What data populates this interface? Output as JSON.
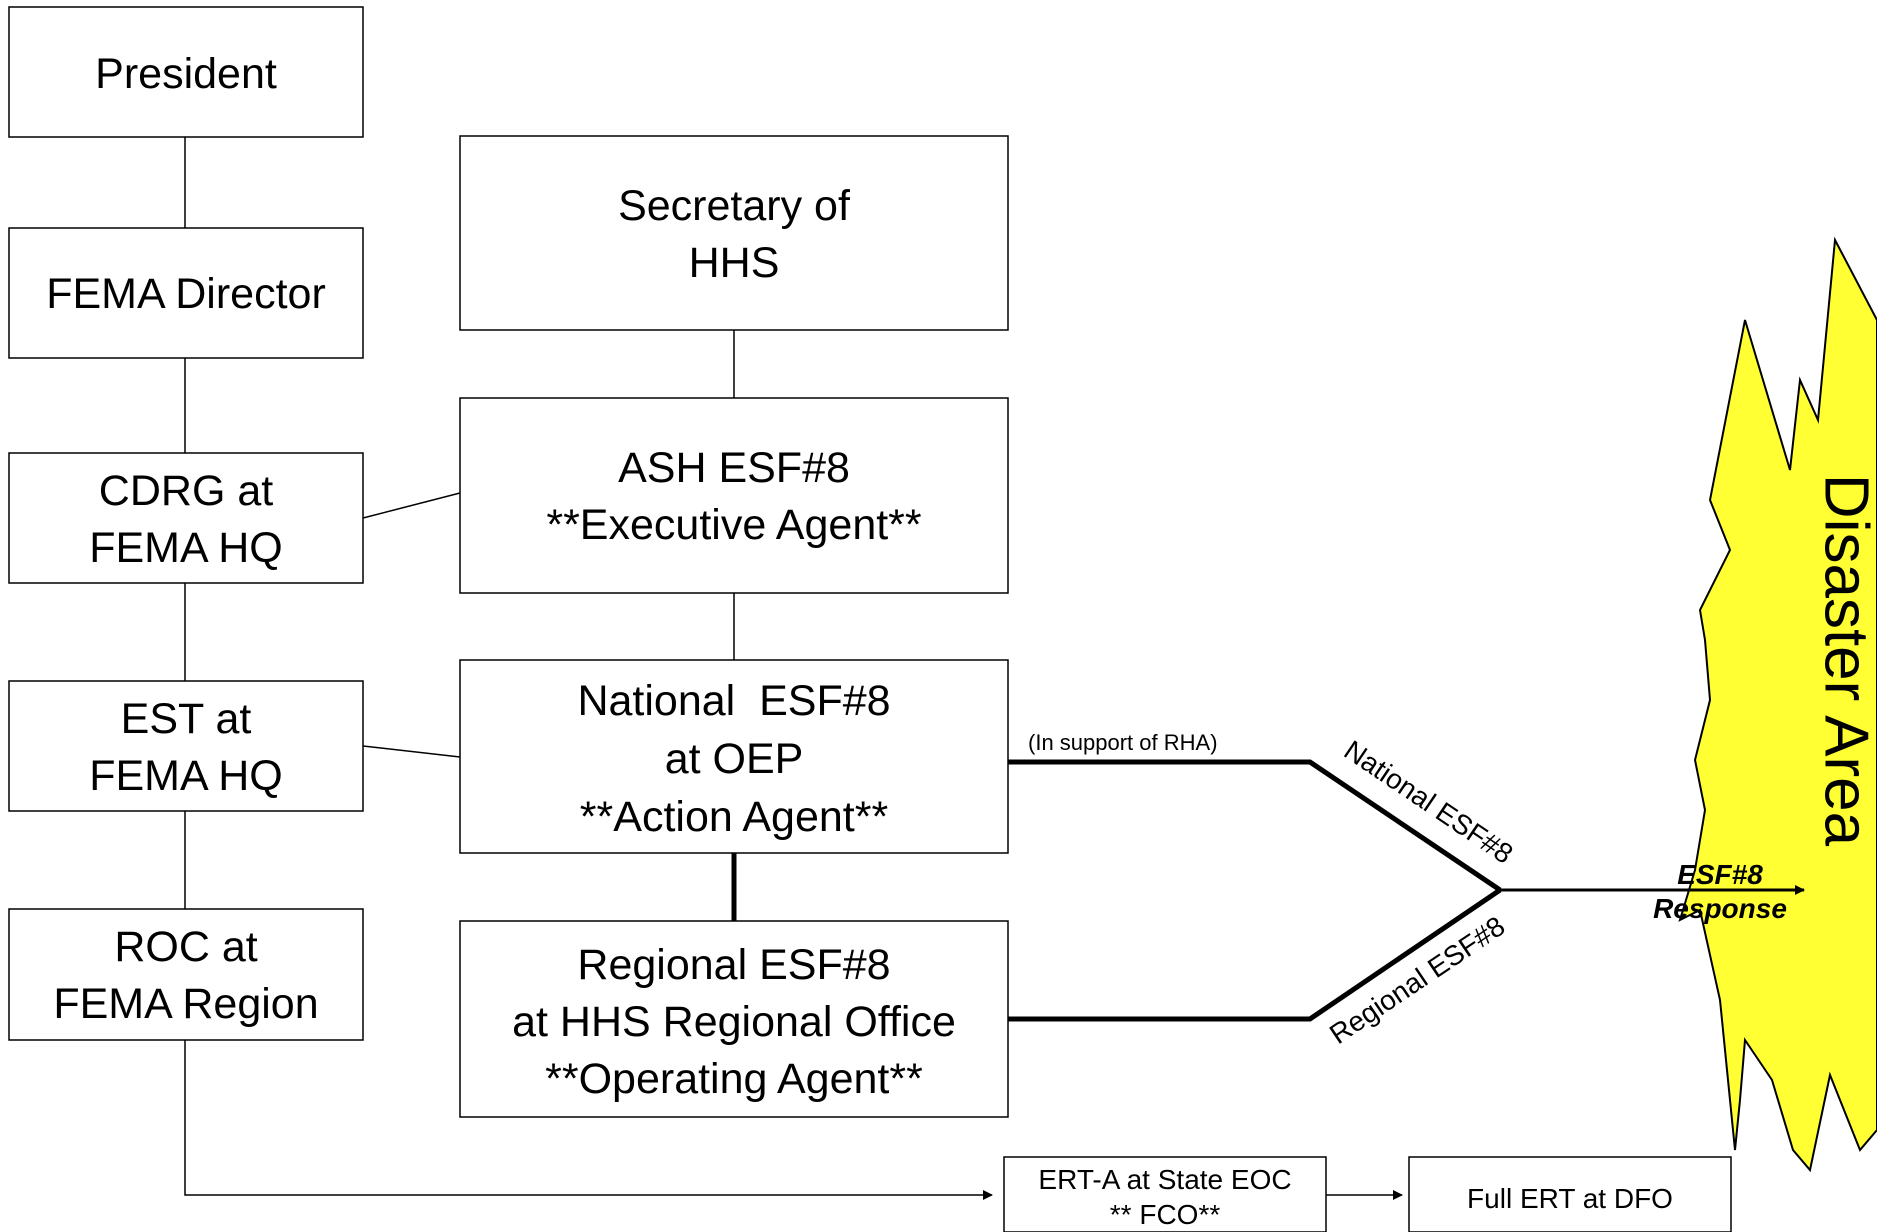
{
  "boxes": {
    "president": "President",
    "fema_director": "FEMA Director",
    "cdrg": [
      "CDRG at",
      "FEMA HQ"
    ],
    "est": [
      "EST at",
      "FEMA HQ"
    ],
    "roc": [
      "ROC at",
      "FEMA Region"
    ],
    "secretary": [
      "Secretary of",
      "HHS"
    ],
    "ash": [
      "ASH ESF#8",
      "**Executive Agent**"
    ],
    "national": [
      "National  ESF#8",
      "at OEP",
      "**Action Agent**"
    ],
    "regional": [
      "Regional ESF#8",
      "at HHS Regional Office",
      "**Operating Agent**"
    ],
    "ert_a": [
      "ERT-A at State EOC",
      "** FCO**"
    ],
    "full_ert": "Full ERT at DFO"
  },
  "labels": {
    "in_support": "(In support of RHA)",
    "national_line": "National ESF#8",
    "regional_line": "Regional ESF#8",
    "response": [
      "ESF#8",
      "Response"
    ],
    "disaster_area": "Disaster Area"
  },
  "colors": {
    "burst_fill": "#ffff33",
    "line": "#000000"
  }
}
